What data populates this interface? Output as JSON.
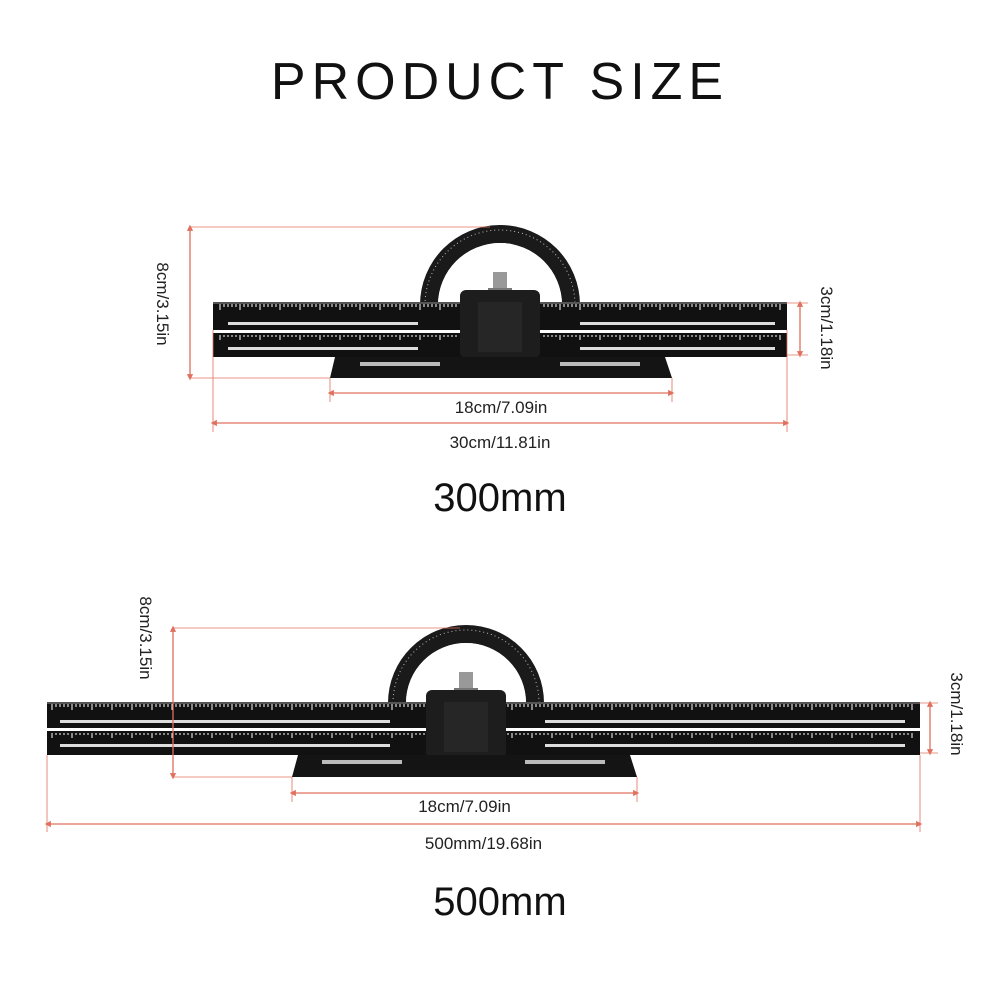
{
  "title": "PRODUCT SIZE",
  "products": [
    {
      "model": "300mm",
      "height_label": "8cm/3.15in",
      "thickness_label": "3cm/1.18in",
      "base_label": "18cm/7.09in",
      "length_label": "30cm/11.81in"
    },
    {
      "model": "500mm",
      "height_label": "8cm/3.15in",
      "thickness_label": "3cm/1.18in",
      "base_label": "18cm/7.09in",
      "length_label": "500mm/19.68in"
    }
  ],
  "colors": {
    "dimension_line": "#e0705e",
    "ruler": "#111111",
    "markings": "#ffffff"
  }
}
